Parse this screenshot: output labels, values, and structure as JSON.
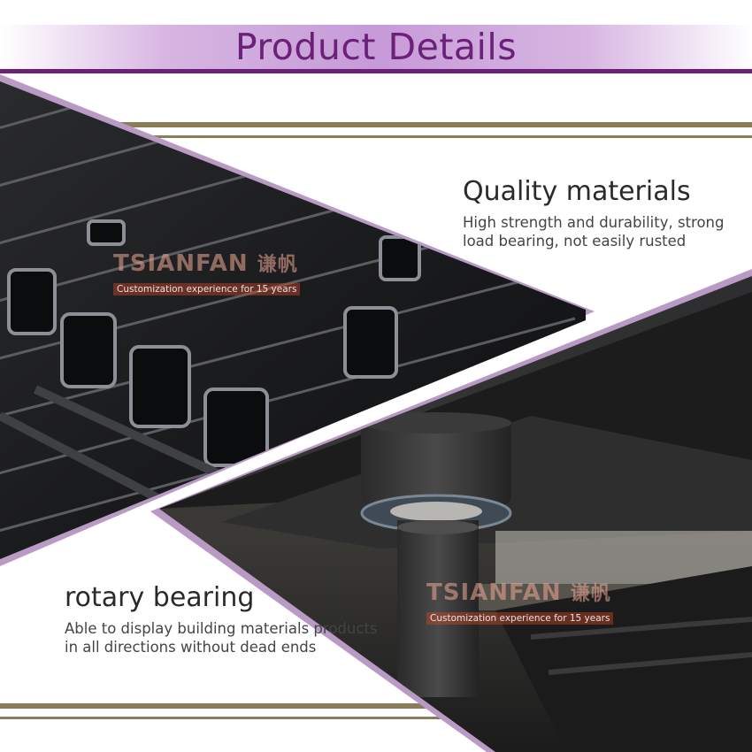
{
  "header": {
    "title": "Product Details"
  },
  "features": [
    {
      "title": "Quality materials",
      "description_lines": [
        "High strength and durability, strong",
        "load bearing, not easily rusted"
      ]
    },
    {
      "title": "rotary bearing",
      "description_lines": [
        "Able to display building materials products",
        "in all directions without dead ends"
      ]
    }
  ],
  "watermarks": [
    {
      "brand": "TSIANFAN",
      "brand_cn": "谦帆",
      "slogan": "Customization experience for 15 years"
    },
    {
      "brand": "TSIANFAN",
      "brand_cn": "谦帆",
      "slogan": "Customization experience for 15 years"
    }
  ],
  "colors": {
    "accent_purple": "#6b2178",
    "band_lavender": "#c79ad8",
    "frame_lilac": "#b99ac4",
    "stripe_olive": "#8a7d5a"
  }
}
